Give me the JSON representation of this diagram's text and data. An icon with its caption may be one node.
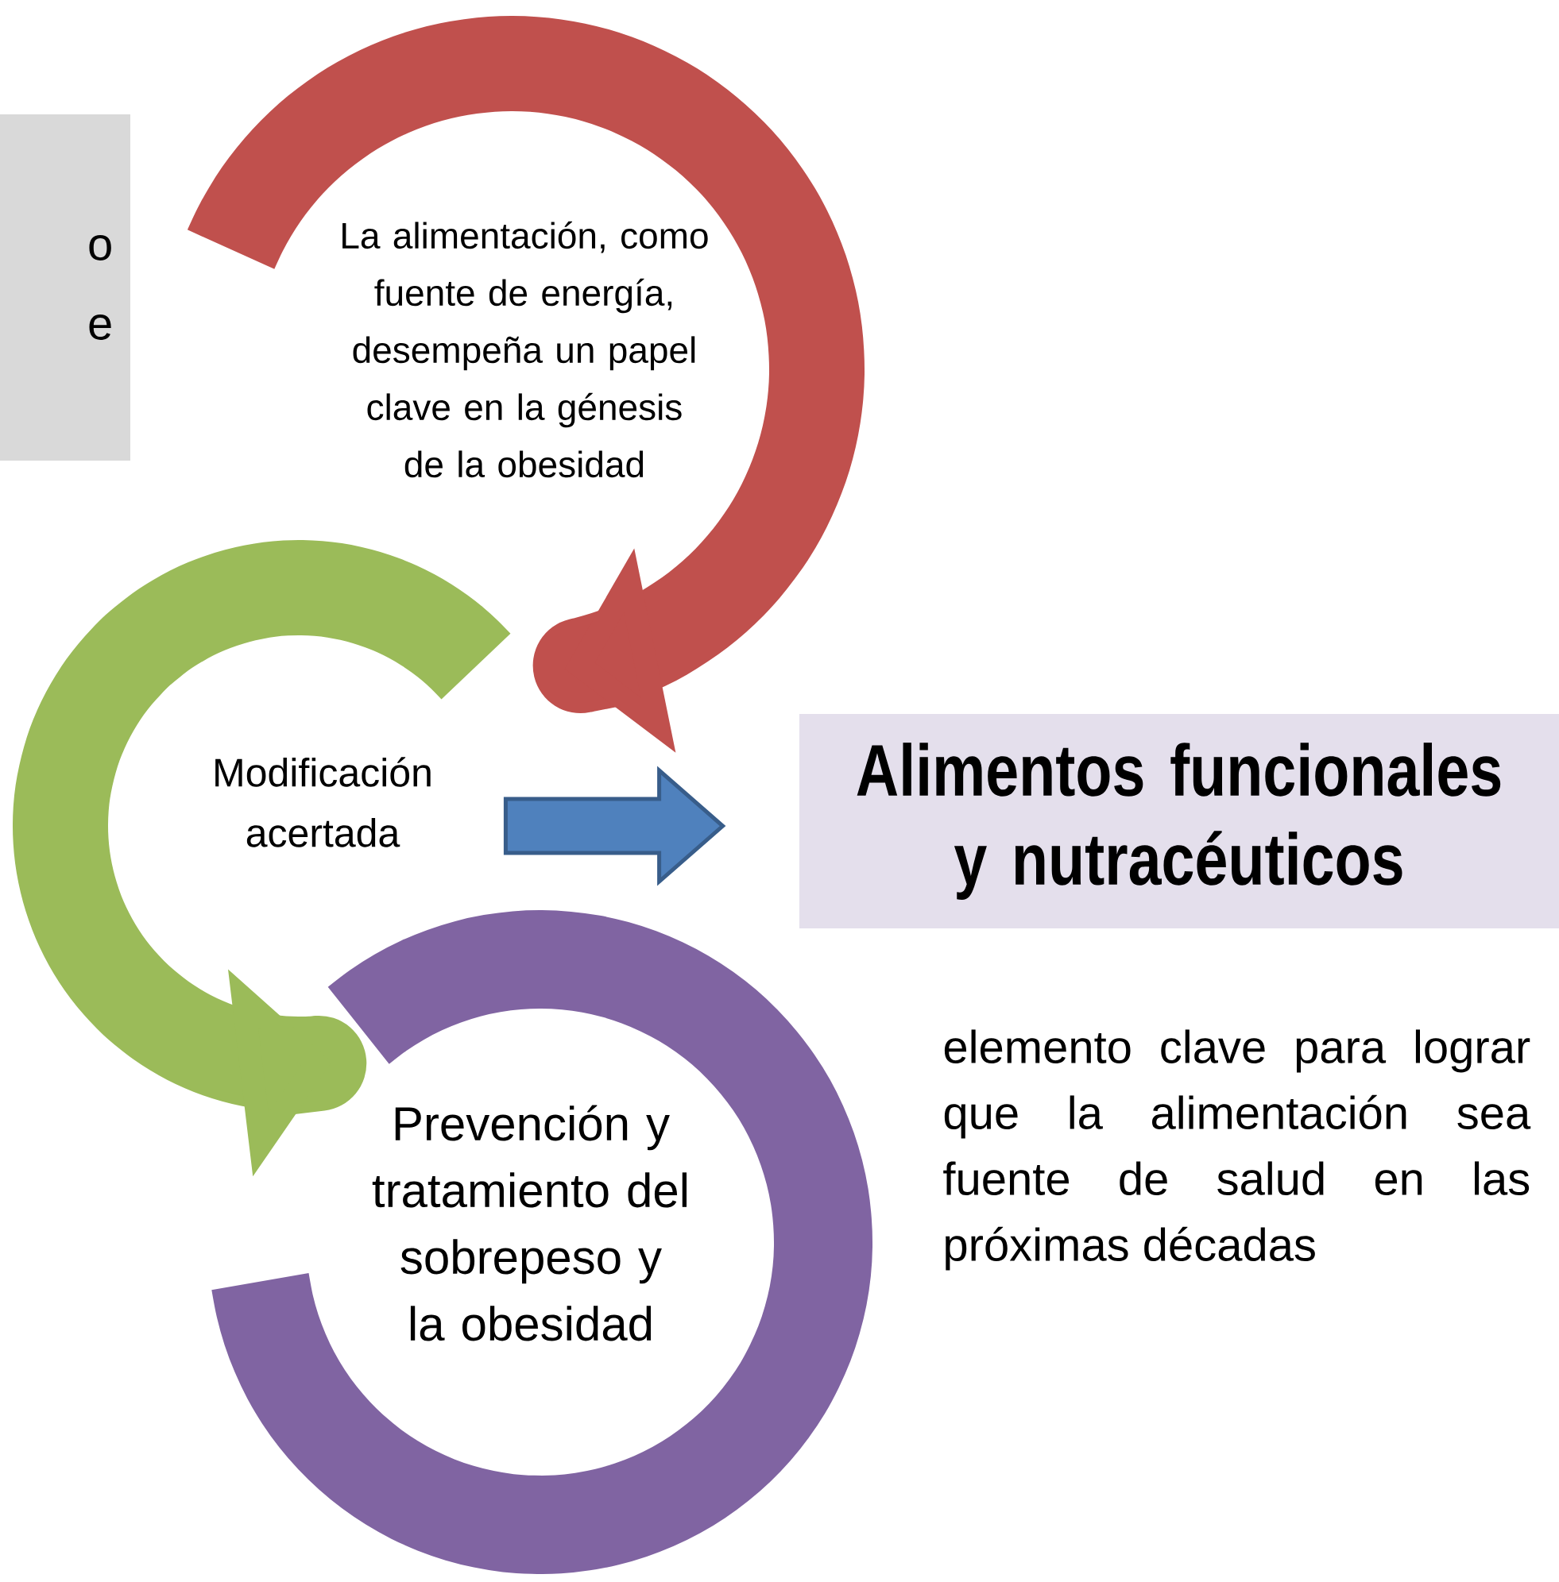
{
  "diagram": {
    "nodes": [
      {
        "text": [
          "o e"
        ]
      },
      {
        "text": [
          "La alimentación, como fuente de energía, desempeña un papel clave en la génesis de la obesidad"
        ]
      },
      {
        "text": [
          "Modificación acertada"
        ]
      },
      {
        "text": [
          "Prevención y tratamiento del sobrepeso y la obesidad"
        ]
      },
      {
        "text": [
          "Alimentos funcionales y nutracéuticos"
        ]
      }
    ],
    "edges": [
      {
        "from": 2,
        "to": 4,
        "arrow": "to"
      }
    ],
    "labels": [
      "elemento clave para lograr que la alimentación sea fuente de salud en las próximas décadas"
    ]
  }
}
